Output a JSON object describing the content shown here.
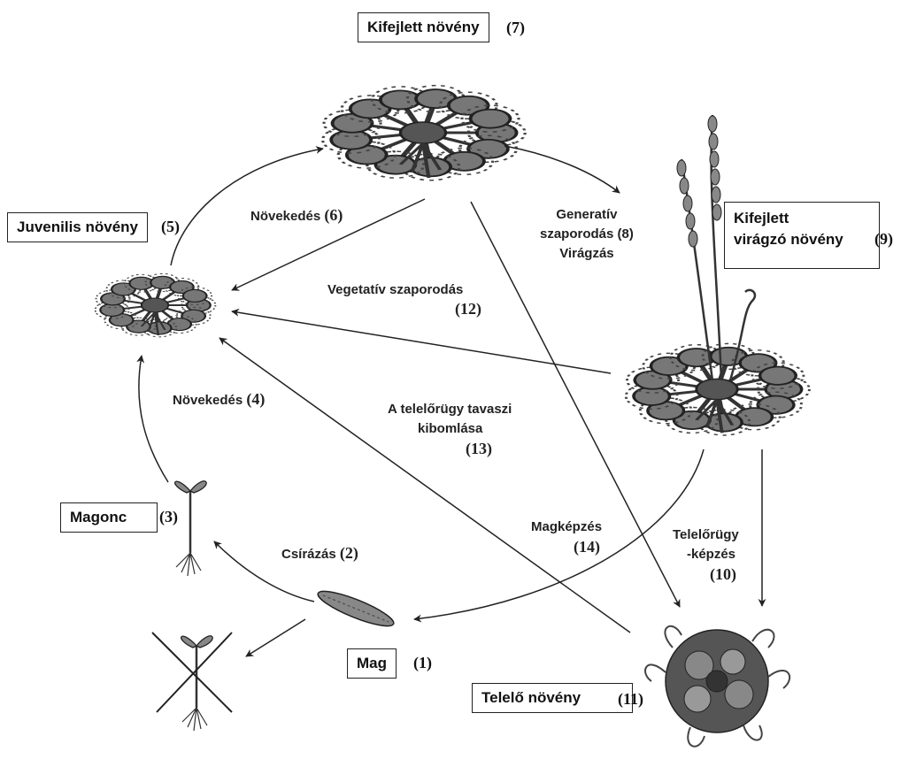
{
  "stages": {
    "mature": {
      "label": "Kifejlett növény",
      "num": "(7)"
    },
    "flowering": {
      "line1": "Kifejlett",
      "line2": "virágzó növény",
      "num": "(9)"
    },
    "juvenile": {
      "label": "Juvenilis növény",
      "num": "(5)"
    },
    "seedling": {
      "label": "Magonc",
      "num": "(3)"
    },
    "seed": {
      "label": "Mag",
      "num": "(1)"
    },
    "overwintering": {
      "label": "Telelő növény",
      "num": "(11)"
    }
  },
  "processes": {
    "growth6": {
      "text": "Növekedés",
      "num": "(6)"
    },
    "generative": {
      "line1": "Generatív",
      "line2": "szaporodás (8)",
      "line3": "Virágzás"
    },
    "vegetative": {
      "text": "Vegetatív szaporodás",
      "num": "(12)"
    },
    "growth4": {
      "text": "Növekedés",
      "num": "(4)"
    },
    "hibernacula_opening": {
      "line1": "A telelőrügy tavaszi",
      "line2": "kibomlása",
      "num": "(13)"
    },
    "germination": {
      "text": "Csírázás",
      "num": "(2)"
    },
    "seed_formation": {
      "text": "Magképzés",
      "num": "(14)"
    },
    "hibernacula_formation": {
      "line1": "Telelőrügy",
      "line2": "-képzés",
      "num": "(10)"
    }
  }
}
